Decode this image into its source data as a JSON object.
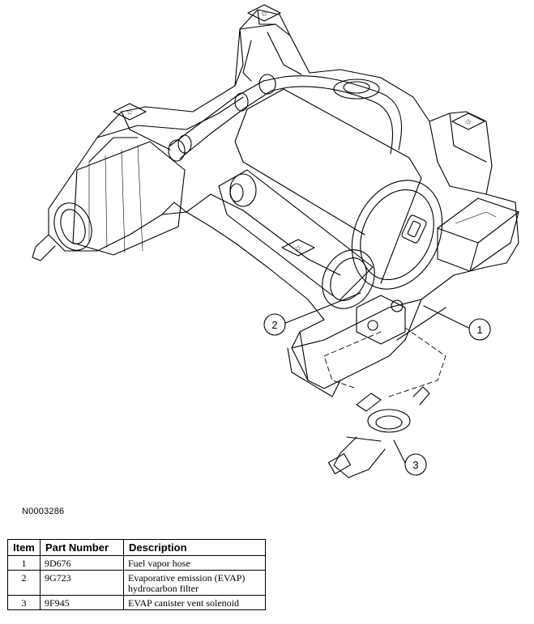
{
  "figure": {
    "figure_id": "N0003286",
    "callouts": [
      "1",
      "2",
      "3"
    ]
  },
  "table": {
    "headers": {
      "item": "Item",
      "part_number": "Part Number",
      "description": "Description"
    },
    "rows": [
      {
        "item": "1",
        "part_number": "9D676",
        "description": "Fuel vapor hose"
      },
      {
        "item": "2",
        "part_number": "9G723",
        "description_line1": "Evaporative emission (EVAP)",
        "description_line2": "hydrocarbon filter"
      },
      {
        "item": "3",
        "part_number": "9F945",
        "description": "EVAP canister vent solenoid"
      }
    ]
  }
}
